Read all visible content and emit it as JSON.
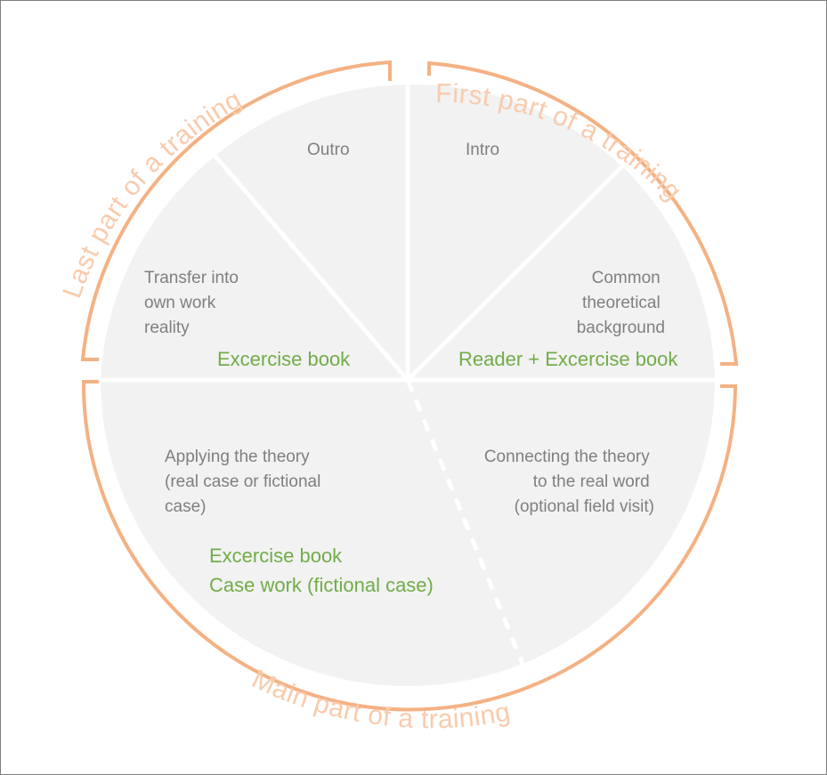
{
  "segments": {
    "outro": {
      "lines": [
        "Outro"
      ]
    },
    "intro": {
      "lines": [
        "Intro"
      ]
    },
    "transfer": {
      "lines": [
        "Transfer into",
        "own work",
        "reality"
      ],
      "material": [
        "Excercise book"
      ]
    },
    "theory": {
      "lines": [
        "Common",
        "theoretical",
        "background"
      ],
      "material": [
        "Reader + Excercise book"
      ]
    },
    "applying": {
      "lines": [
        "Applying the theory",
        "(real case or fictional",
        "case)"
      ],
      "material": [
        "Excercise book",
        "Case work (fictional case)"
      ]
    },
    "connecting": {
      "lines": [
        "Connecting the theory",
        "to the real word",
        "(optional field visit)"
      ]
    }
  },
  "phases": {
    "first": "First part of a training",
    "last": "Last part of a training",
    "main": "Main part of a training"
  },
  "colors": {
    "slice_fill": "#f2f2f2",
    "label_text": "#7f7f7f",
    "material_text": "#70ad47",
    "phase_bracket": "#f4b183",
    "phase_text": "#f8cbad"
  }
}
